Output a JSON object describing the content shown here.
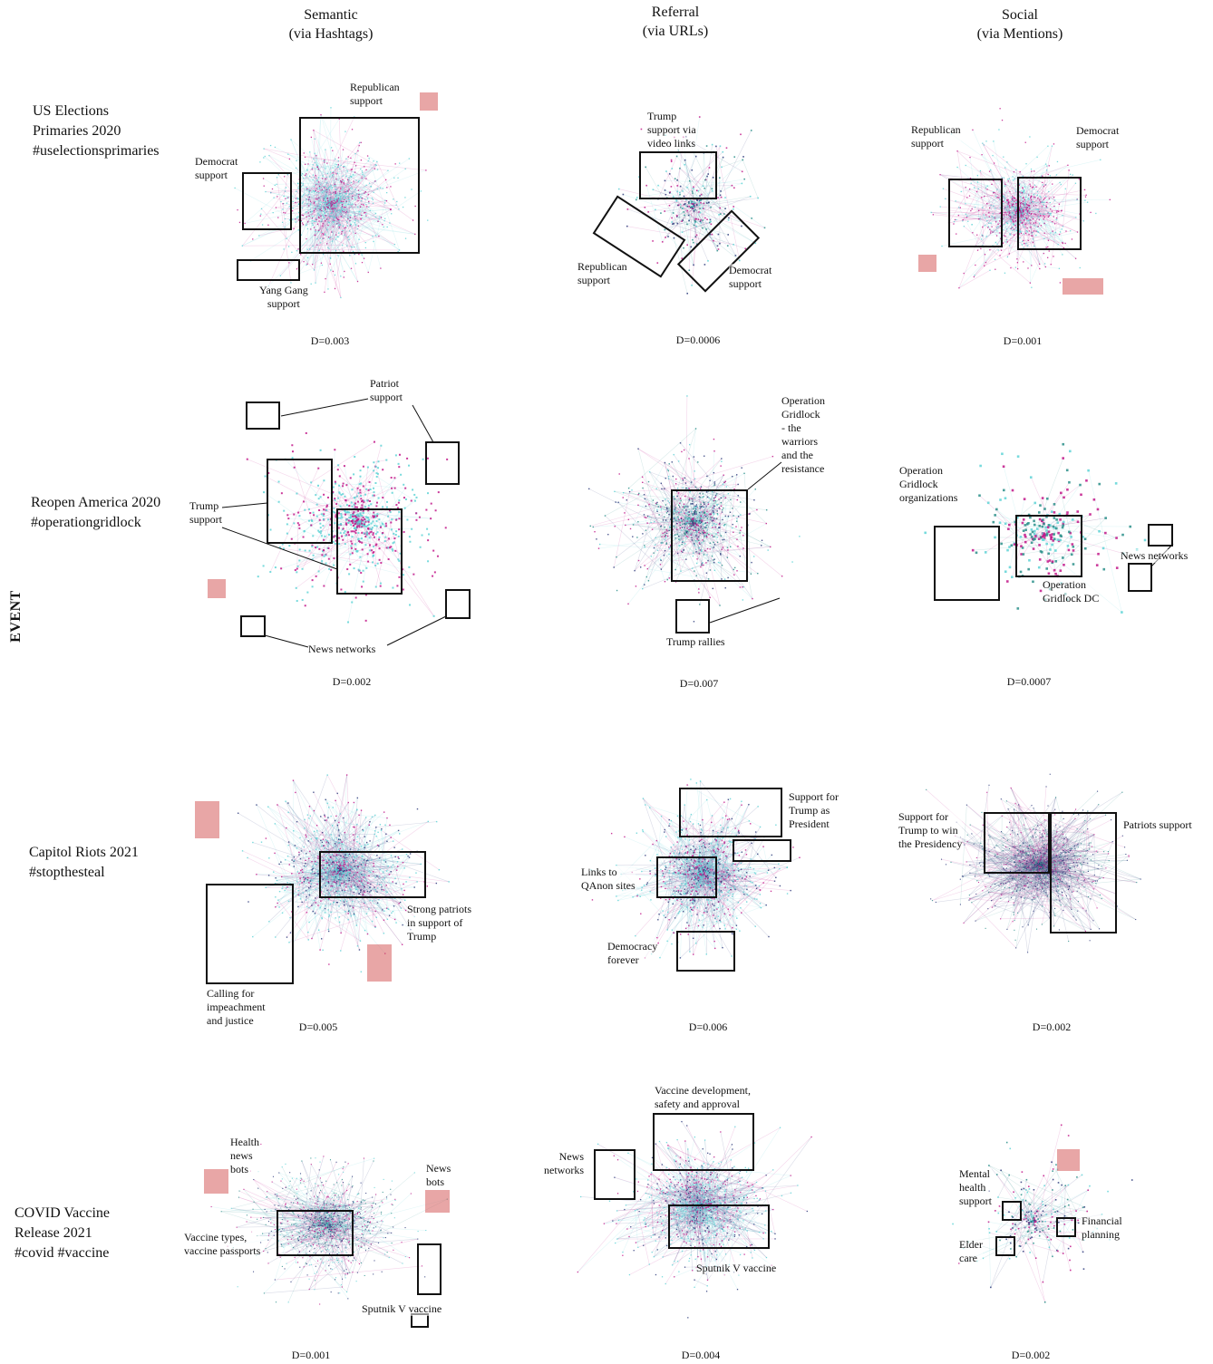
{
  "columns": [
    {
      "title": "Semantic",
      "subtitle": "(via Hashtags)"
    },
    {
      "title": "Referral",
      "subtitle": "(via URLs)"
    },
    {
      "title": "Social",
      "subtitle": "(via Mentions)"
    }
  ],
  "row_axis_label": "EVENT",
  "rows": [
    {
      "label": "US Elections\nPrimaries 2020\n#uselectionsprimaries"
    },
    {
      "label": "Reopen America 2020\n#operationgridlock"
    },
    {
      "label": "Capitol Riots 2021\n#stopthesteal"
    },
    {
      "label": "COVID Vaccine\nRelease 2021\n#covid #vaccine"
    }
  ],
  "colors": {
    "teal": "#5fd3d6",
    "magenta": "#c2188a",
    "darkteal": "#2a8f8a",
    "navy": "#2d3a7a",
    "highlight": "#d65c5c"
  },
  "panels": [
    {
      "density": "D=0.003",
      "annotations": [
        "Republican\nsupport",
        "Democrat\nsupport",
        "Yang Gang\nsupport"
      ]
    },
    {
      "density": "D=0.0006",
      "annotations": [
        "Trump\nsupport via\nvideo links",
        "Republican\nsupport",
        "Democrat\nsupport"
      ]
    },
    {
      "density": "D=0.001",
      "annotations": [
        "Republican\nsupport",
        "Democrat\nsupport"
      ]
    },
    {
      "density": "D=0.002",
      "annotations": [
        "Patriot\nsupport",
        "Trump\nsupport",
        "News networks"
      ]
    },
    {
      "density": "D=0.007",
      "annotations": [
        "Operation\nGridlock\n- the\nwarriors\nand the\nresistance",
        "Trump rallies"
      ]
    },
    {
      "density": "D=0.0007",
      "annotations": [
        "Operation\nGridlock\norganizations",
        "News networks",
        "Operation\nGridlock DC"
      ]
    },
    {
      "density": "D=0.005",
      "annotations": [
        "Strong patriots\nin support of\nTrump",
        "Calling for\nimpeachment\nand justice"
      ]
    },
    {
      "density": "D=0.006",
      "annotations": [
        "Support for\nTrump as\nPresident",
        "Links to\nQAnon sites",
        "Democracy\nforever"
      ]
    },
    {
      "density": "D=0.002",
      "annotations": [
        "Support for\nTrump to win\nthe Presidency",
        "Patriots support"
      ]
    },
    {
      "density": "D=0.001",
      "annotations": [
        "Health\nnews\nbots",
        "News\nbots",
        "Vaccine types,\nvaccine passports",
        "Sputnik V vaccine"
      ]
    },
    {
      "density": "D=0.004",
      "annotations": [
        "Vaccine development,\nsafety and approval",
        "News\nnetworks",
        "Sputnik V vaccine"
      ]
    },
    {
      "density": "D=0.002",
      "annotations": [
        "Mental\nhealth\nsupport",
        "Financial\nplanning",
        "Elder\ncare"
      ]
    }
  ]
}
